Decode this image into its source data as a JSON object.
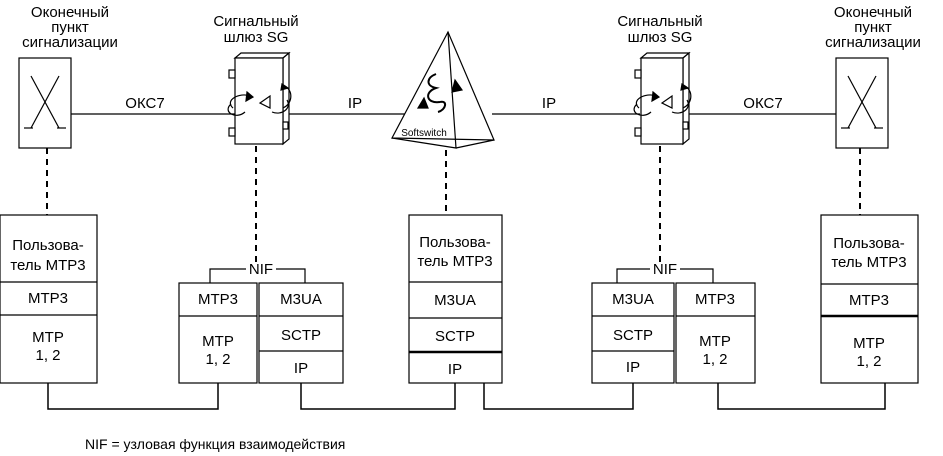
{
  "nodes": {
    "left_sp": {
      "title_lines": [
        "Оконечный",
        "пункт",
        "сигнализации"
      ]
    },
    "left_sg": {
      "title_lines": [
        "Сигнальный",
        "шлюз SG"
      ]
    },
    "softswitch": {
      "label": "Softswitch"
    },
    "right_sg": {
      "title_lines": [
        "Сигнальный",
        "шлюз SG"
      ]
    },
    "right_sp": {
      "title_lines": [
        "Оконечный",
        "пункт",
        "сигнализации"
      ]
    }
  },
  "links": {
    "left_okc7": "ОКС7",
    "left_ip": "IP",
    "right_ip": "IP",
    "right_okc7": "ОКС7"
  },
  "stacks": {
    "sp_left": {
      "user_lines": [
        "Пользова-",
        "тель MTP3"
      ],
      "mtp3": "MTP3",
      "mtp12_lines": [
        "MTP",
        "1, 2"
      ]
    },
    "sg_left": {
      "nif": "NIF",
      "mtp3": "MTP3",
      "mtp12_lines": [
        "MTP",
        "1, 2"
      ],
      "m3ua": "M3UA",
      "sctp": "SCTP",
      "ip": "IP"
    },
    "softswitch": {
      "user_lines": [
        "Пользова-",
        "тель MTP3"
      ],
      "m3ua": "M3UA",
      "sctp": "SCTP",
      "ip": "IP"
    },
    "sg_right": {
      "nif": "NIF",
      "m3ua": "M3UA",
      "sctp": "SCTP",
      "ip": "IP",
      "mtp3": "MTP3",
      "mtp12_lines": [
        "MTP",
        "1, 2"
      ]
    },
    "sp_right": {
      "user_lines": [
        "Пользова-",
        "тель MTP3"
      ],
      "mtp3": "MTP3",
      "mtp12_lines": [
        "MTP",
        "1, 2"
      ]
    }
  },
  "footnote": "NIF = узловая функция взаимодействия"
}
